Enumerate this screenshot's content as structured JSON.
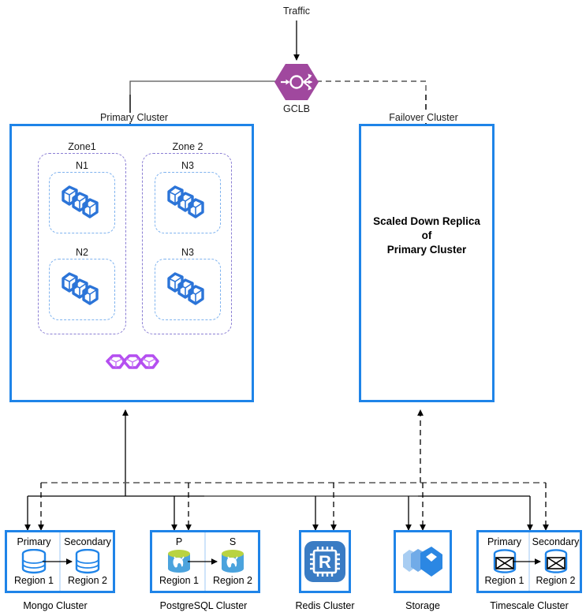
{
  "diagram": {
    "title_nodes": {
      "traffic": "Traffic",
      "gclb": "GCLB",
      "primary_cluster": "Primary Cluster",
      "failover_cluster": "Failover Cluster"
    },
    "failover_body": {
      "line1": "Scaled Down Replica",
      "line2": "of",
      "line3": "Primary Cluster"
    },
    "zones": [
      {
        "label": "Zone1",
        "nodes": [
          {
            "label": "N1",
            "icon": "cubes-blue-icon"
          },
          {
            "label": "N2",
            "icon": "cubes-blue-icon"
          }
        ]
      },
      {
        "label": "Zone 2",
        "nodes": [
          {
            "label": "N3",
            "icon": "cubes-blue-icon"
          },
          {
            "label": "N3",
            "icon": "cubes-blue-icon"
          }
        ]
      }
    ],
    "shared_pods": {
      "icon": "cubes-purple-icon",
      "count": 3
    },
    "datastores": [
      {
        "caption": "Mongo Cluster",
        "icon": "mongo-db-icon",
        "left": {
          "role": "Primary",
          "region": "Region 1"
        },
        "right": {
          "role": "Secondary",
          "region": "Region 2"
        }
      },
      {
        "caption": "PostgreSQL Cluster",
        "icon": "postgresql-db-icon",
        "left": {
          "role": "P",
          "region": "Region 1"
        },
        "right": {
          "role": "S",
          "region": "Region 2"
        }
      },
      {
        "caption": "Redis Cluster",
        "icon": "redis-icon",
        "left": null,
        "right": null
      },
      {
        "caption": "Storage",
        "icon": "storage-boxes-icon",
        "left": null,
        "right": null
      },
      {
        "caption": "Timescale Cluster",
        "icon": "timescale-db-icon",
        "left": {
          "role": "Primary",
          "region": "Region 1"
        },
        "right": {
          "role": "Secondary",
          "region": "Region 2"
        }
      }
    ],
    "colors": {
      "cluster_border": "#1f84e8",
      "gclb_fill": "#a0489e",
      "zone_dash": "#8b7fd4",
      "node_dash": "#7fb3ef",
      "cube_blue": "#2b74d8",
      "cube_purple": "#b44ef0",
      "connector_solid": "#000000",
      "connector_dashed": "#555555",
      "redis_blue": "#3a7cc4",
      "postgres_green": "#b9d341"
    },
    "edges": [
      {
        "from": "traffic",
        "to": "gclb",
        "style": "solid"
      },
      {
        "from": "gclb",
        "to": "primary_cluster",
        "style": "solid"
      },
      {
        "from": "gclb",
        "to": "failover_cluster",
        "style": "dashed"
      },
      {
        "from": "datastore-bus",
        "to": "primary_cluster",
        "style": "solid"
      },
      {
        "from": "datastore-bus",
        "to": "failover_cluster",
        "style": "dashed"
      }
    ]
  }
}
